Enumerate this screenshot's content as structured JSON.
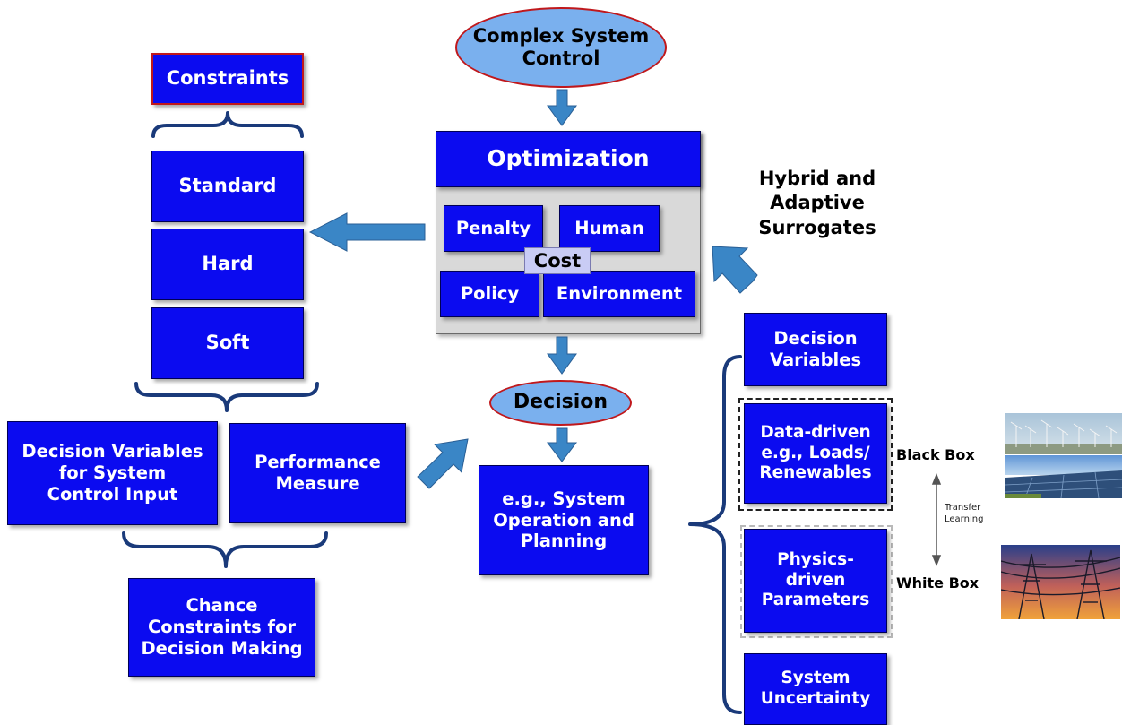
{
  "colors": {
    "box_fill": "#0b0bf0",
    "box_text": "#ffffff",
    "oval_fill": "#7ab0ee",
    "oval_border": "#c0181c",
    "arrow": "#3a86c6",
    "brace": "#1a3a7a",
    "gray_panel": "#d9d9d9",
    "cost_label_fill": "#c9ccf5"
  },
  "top_oval": "Complex System\nControl",
  "optimization": {
    "title": "Optimization",
    "penalty": "Penalty",
    "human": "Human",
    "cost": "Cost",
    "policy": "Policy",
    "environment": "Environment"
  },
  "hybrid_label": "Hybrid and\nAdaptive\nSurrogates",
  "constraints": {
    "title": "Constraints",
    "standard": "Standard",
    "hard": "Hard",
    "soft": "Soft"
  },
  "decision_vars_input": "Decision Variables\nfor System\nControl Input",
  "performance_measure": "Performance\nMeasure",
  "chance_constraints": "Chance\nConstraints for\nDecision Making",
  "decision_oval": "Decision",
  "system_operation": "e.g., System\nOperation and\nPlanning",
  "right_column": {
    "decision_variables": "Decision\nVariables",
    "data_driven": "Data-driven\ne.g., Loads/\nRenewables",
    "physics_driven": "Physics-\ndriven\nParameters",
    "system_uncertainty": "System\nUncertainty"
  },
  "black_box": "Black Box",
  "white_box": "White Box",
  "transfer_learning": "Transfer\nLearning",
  "icons": {
    "renewables_photo": "wind-solar-photo",
    "powerlines_photo": "transmission-tower-photo"
  }
}
